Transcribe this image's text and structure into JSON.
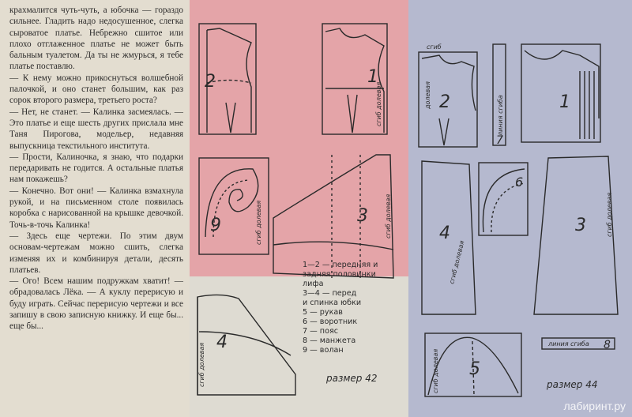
{
  "article": {
    "paragraphs": [
      "крахмалится чуть-чуть, а юбочка — гораздо сильнее. Гладить надо недосушенное, слегка сыроватое платье. Небрежно сшитое или плохо отглаженное платье не может быть бальным туалетом. Да ты не жмурься, я тебе платье поставлю.",
      "— К нему можно прикоснуться волшебной палочкой, и оно станет большим, как раз сорок второго размера, третьего роста?",
      "— Нет, не станет. — Калинка засмеялась. — Это платье и еще шесть других прислала мне Таня Пирогова, модельер, недавняя выпускница текстильного института.",
      "— Прости, Калиночка, я знаю, что подарки передаривать не годится. А остальные платья нам покажешь?",
      "— Конечно. Вот они! — Калинка взмахнула рукой, и на письменном столе появилась коробка с нарисованной на крышке девочкой. Точь-в-точь Калинка!",
      "— Здесь еще чертежи. По этим двум основам-чертежам можно сшить, слегка изменяя их и комбинируя детали, десять платьев.",
      "— Ого! Всем нашим подружкам хватит! — обрадовалась Лёка. — А куклу перерисую и буду играть. Сейчас перерисую чертежи и все запишу в свою записную книжку. И еще бы... еще бы..."
    ]
  },
  "legend": {
    "items": [
      "1—2 — передняя и",
      "задняя половинки",
      "лифа",
      "3—4 — перед",
      "и спинка юбки",
      "5 — рукав",
      "6 — воротник",
      "7 — пояс",
      "8 — манжета",
      "9 — волан"
    ]
  },
  "size_labels": {
    "left": "размер 42",
    "right": "размер 44"
  },
  "pattern_text": {
    "fold_line": "сгиб долевая",
    "fold_line_short": "сгиб",
    "grain_line": "долевая",
    "fold_line_label": "линия сгиба",
    "part_numbers": [
      "1",
      "2",
      "3",
      "4",
      "5",
      "6",
      "7",
      "8",
      "9"
    ]
  },
  "watermark": "лабиринт.ру",
  "colors": {
    "pink_panel": "#e4a4a8",
    "blue_panel": "#b5b9cf",
    "paper": "#e3ddd0",
    "ink": "#2a2a2a"
  }
}
